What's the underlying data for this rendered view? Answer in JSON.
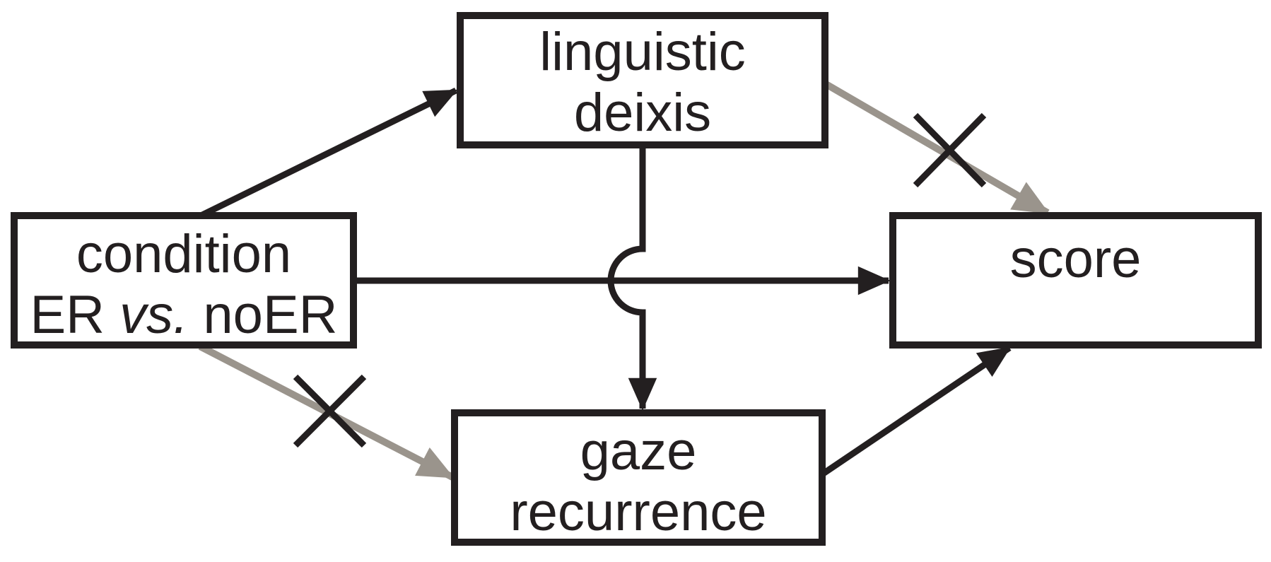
{
  "figure": {
    "background_color": "#ffffff",
    "black": "#231f20",
    "gray": "#9a948c"
  },
  "nodes": {
    "linguistic_deixis": {
      "line1": "linguistic",
      "line2": "deixis"
    },
    "condition": {
      "line1": "condition",
      "line2_prefix": "ER ",
      "line2_italic": "vs.",
      "line2_suffix": " noER"
    },
    "score": {
      "label": "score"
    },
    "gaze_recurrence": {
      "line1": "gaze",
      "line2": "recurrence"
    }
  },
  "edges": [
    {
      "from": "condition",
      "to": "linguistic deixis",
      "color": "black",
      "crossed_out": false
    },
    {
      "from": "condition",
      "to": "score",
      "color": "black",
      "crossed_out": false
    },
    {
      "from": "condition",
      "to": "gaze recurrence",
      "color": "gray",
      "crossed_out": true
    },
    {
      "from": "linguistic deixis",
      "to": "score",
      "color": "gray",
      "crossed_out": true
    },
    {
      "from": "linguistic deixis",
      "to": "gaze recurrence",
      "color": "black",
      "crossed_out": false
    },
    {
      "from": "gaze recurrence",
      "to": "score",
      "color": "black",
      "crossed_out": false
    }
  ]
}
